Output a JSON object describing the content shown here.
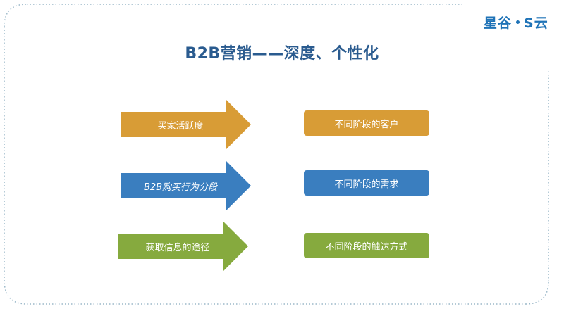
{
  "logo": {
    "text": "星谷",
    "brand": "S云",
    "color": "#1f73b7"
  },
  "title": "B2B营销——深度、个性化",
  "title_color": "#2a5b8f",
  "rows": [
    {
      "arrow_label": "买家活跃度",
      "arrow_color": "#d89c36",
      "box_label": "不同阶段的客户",
      "box_color": "#d89c36"
    },
    {
      "arrow_label": "B2B购买行为分段",
      "arrow_color": "#3a7ebf",
      "box_label": "不同阶段的需求",
      "box_color": "#3a7ebf"
    },
    {
      "arrow_label": "获取信息的途径",
      "arrow_color": "#86aa3e",
      "box_label": "不同阶段的触达方式",
      "box_color": "#86aa3e"
    }
  ]
}
